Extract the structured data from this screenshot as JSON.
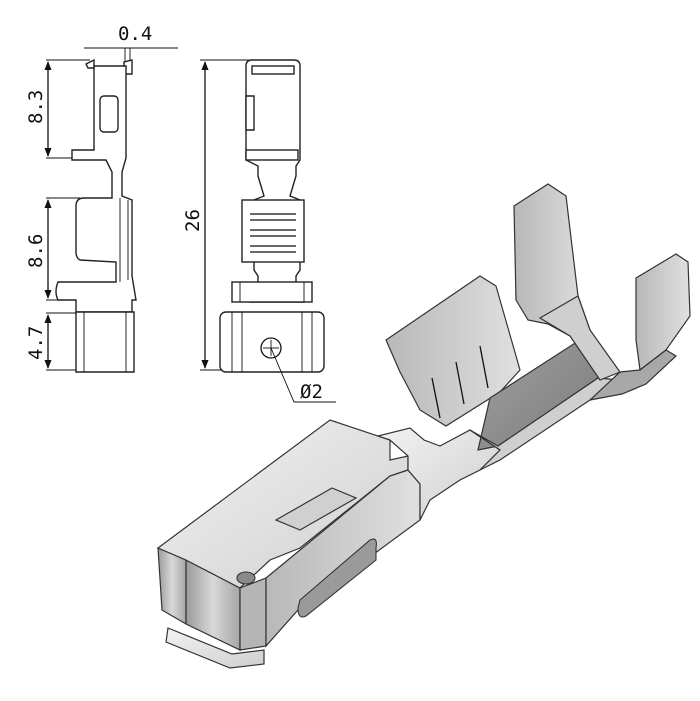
{
  "dimensions": {
    "thickness": "0.4",
    "top_length": "8.3",
    "middle_length": "8.6",
    "bottom_length": "4.7",
    "overall_length": "26",
    "hole_diameter": "Ø2"
  },
  "colors": {
    "line": "#111111",
    "metal_light": "#e6e6e6",
    "metal_mid": "#bdbdbd",
    "metal_dark": "#8f8f8f"
  }
}
